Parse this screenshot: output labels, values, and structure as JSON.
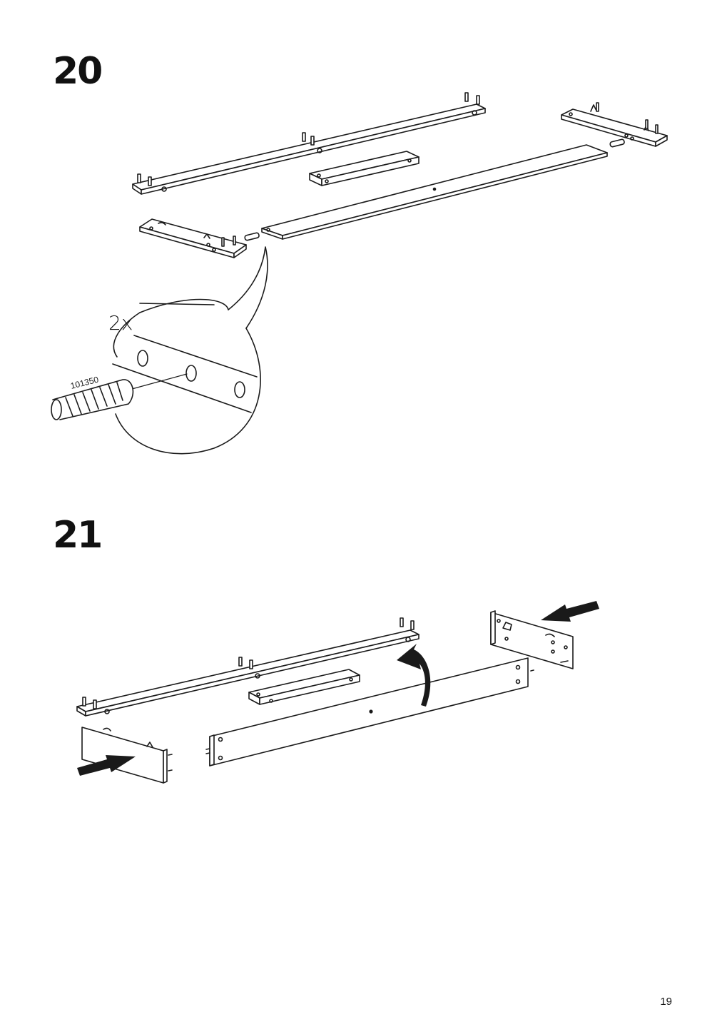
{
  "steps": [
    {
      "number": "20",
      "callout": {
        "quantity": "2x",
        "part_number": "101350"
      }
    },
    {
      "number": "21"
    }
  ],
  "page": {
    "number": "19"
  },
  "colors": {
    "ink": "#1a1a1a",
    "paper": "#ffffff"
  },
  "icons": [
    "wooden-dowel-icon",
    "push-arrow-icon",
    "rotate-arrow-icon"
  ]
}
